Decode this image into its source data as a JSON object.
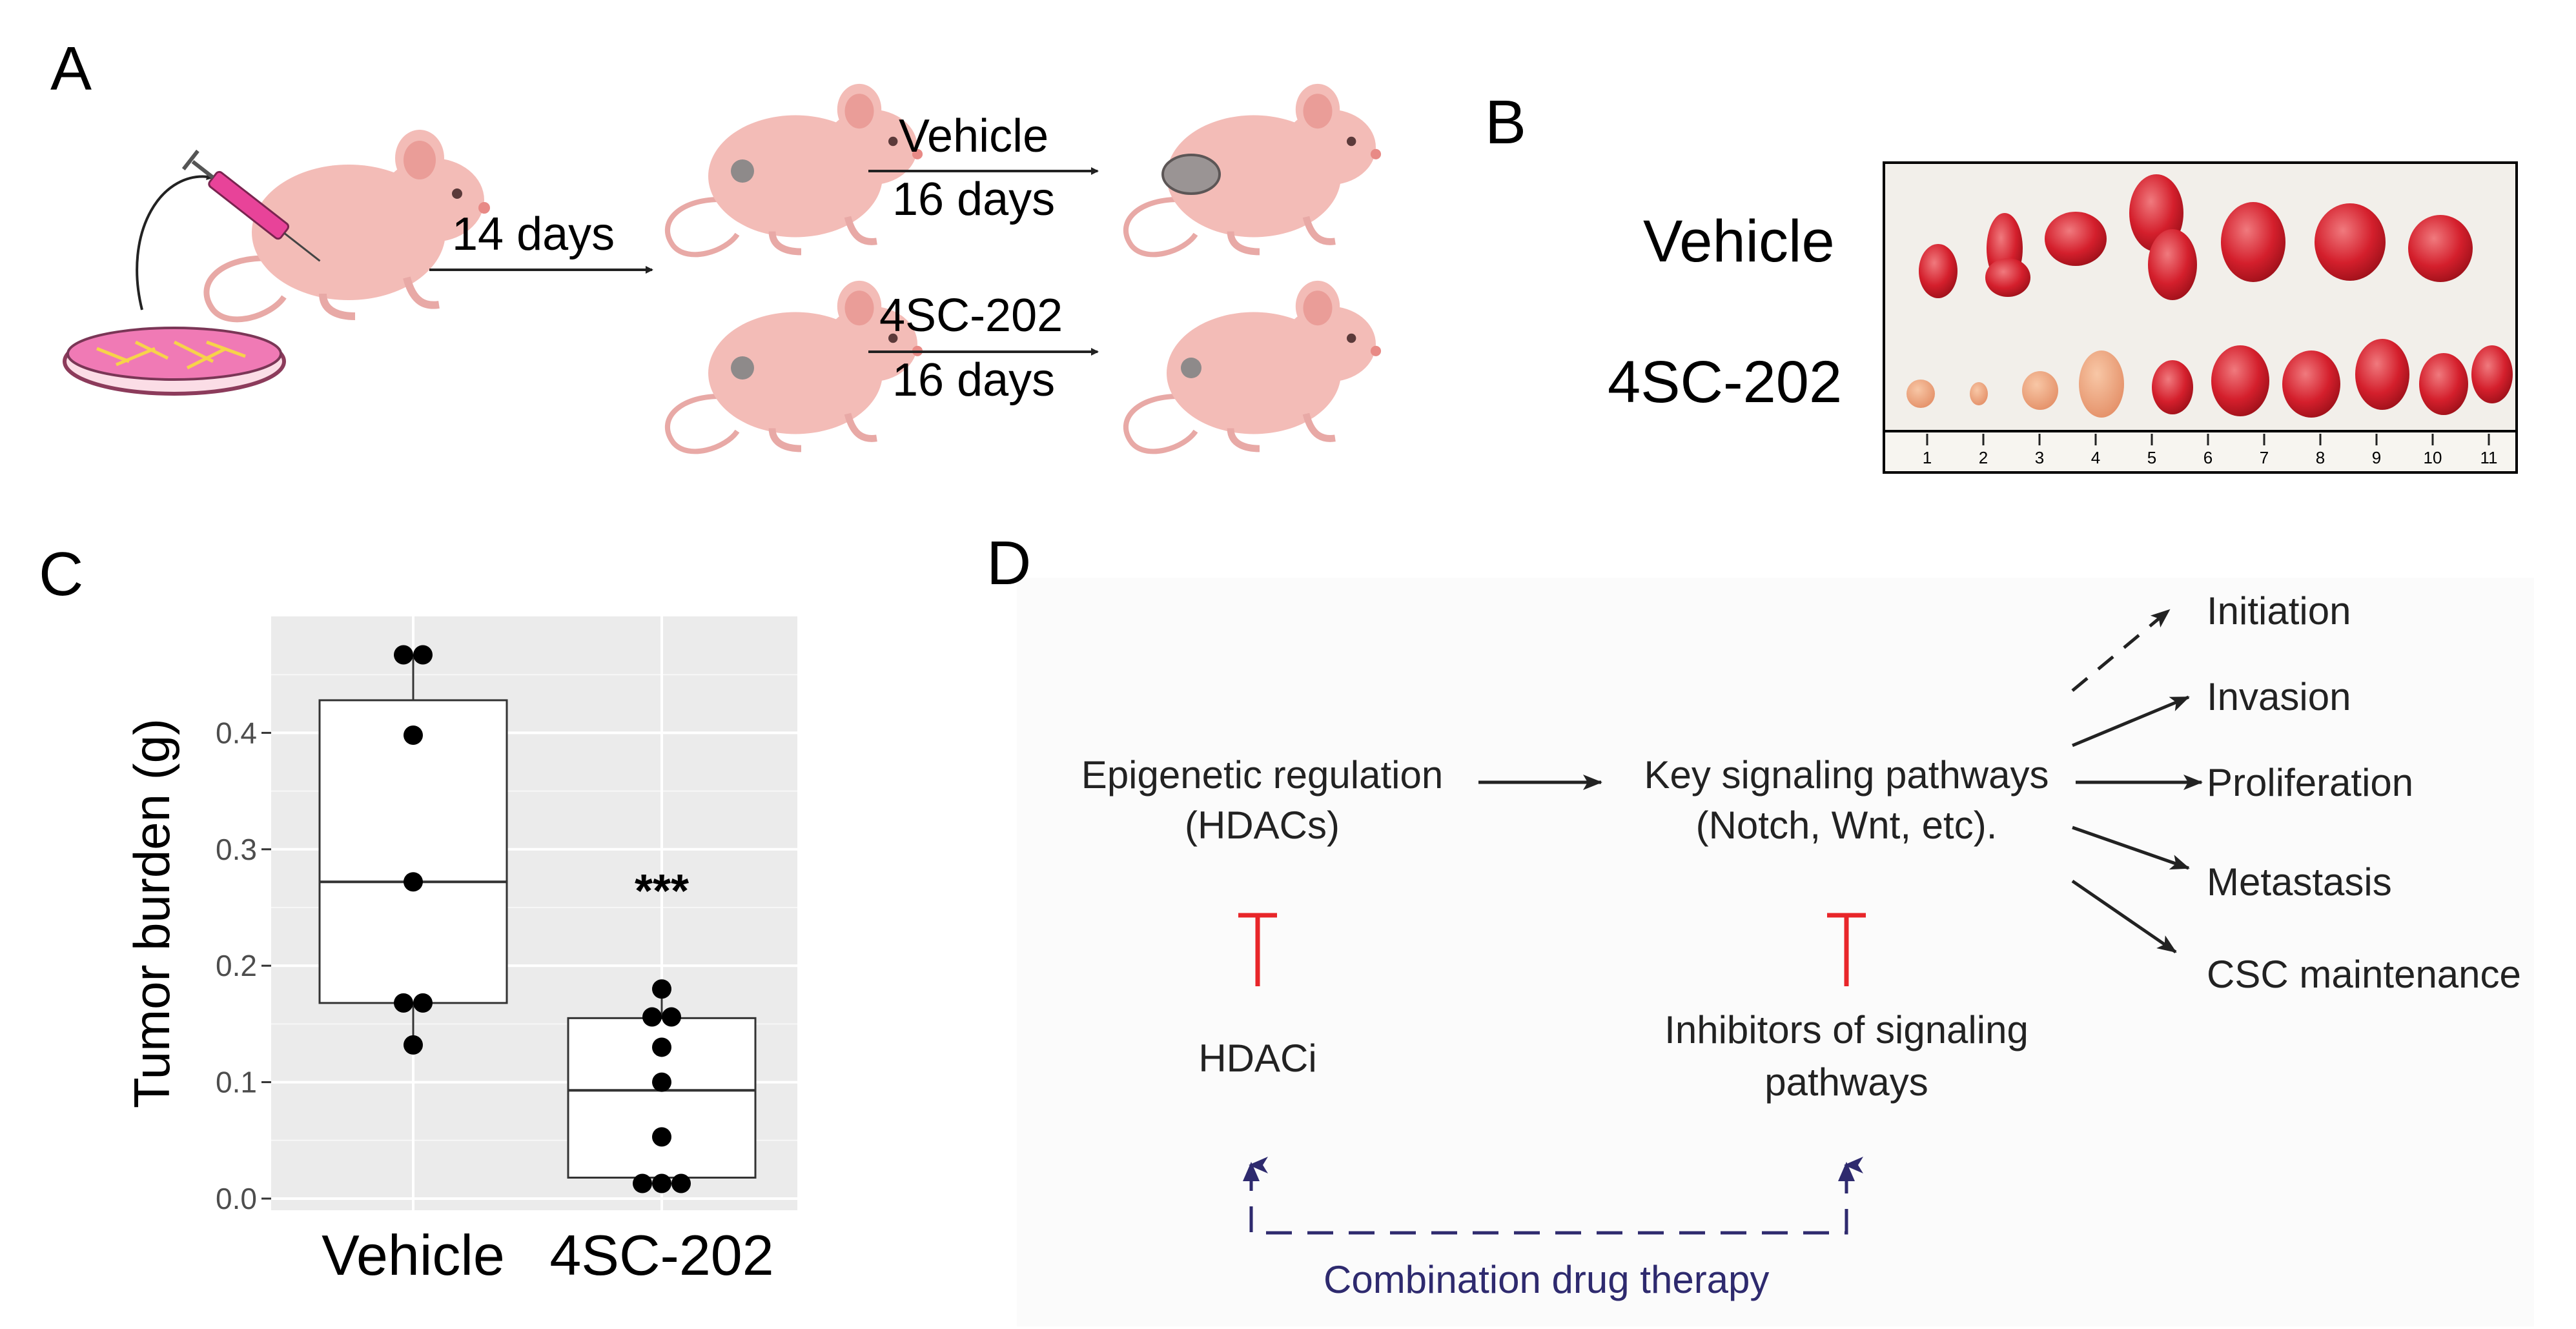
{
  "panels": {
    "a": "A",
    "b": "B",
    "c": "C",
    "d": "D"
  },
  "panel_a": {
    "injection_interval": "14 days",
    "arm_vehicle": {
      "treatment": "Vehicle",
      "duration": "16 days"
    },
    "arm_drug": {
      "treatment": "4SC-202",
      "duration": "16 days"
    }
  },
  "panel_b": {
    "row_vehicle": "Vehicle",
    "row_drug": "4SC-202",
    "ruler_marks": [
      "1",
      "2",
      "3",
      "4",
      "5",
      "6",
      "7",
      "8",
      "9",
      "10",
      "11"
    ]
  },
  "chart_data": {
    "type": "box",
    "ylabel": "Tumor burden (g)",
    "xlabel": "",
    "ylim": [
      -0.01,
      0.5
    ],
    "yticks": [
      0.0,
      0.1,
      0.2,
      0.3,
      0.4
    ],
    "ytick_labels": [
      "0.0",
      "0.1",
      "0.2",
      "0.3",
      "0.4"
    ],
    "categories": [
      "Vehicle",
      "4SC-202"
    ],
    "groups": [
      {
        "name": "Vehicle",
        "q1": 0.168,
        "median": 0.272,
        "q3": 0.428,
        "whisker_low": 0.132,
        "whisker_high": 0.467,
        "points": [
          0.467,
          0.467,
          0.398,
          0.272,
          0.168,
          0.168,
          0.132
        ]
      },
      {
        "name": "4SC-202",
        "q1": 0.018,
        "median": 0.093,
        "q3": 0.155,
        "whisker_low": 0.013,
        "whisker_high": 0.18,
        "points": [
          0.18,
          0.156,
          0.156,
          0.13,
          0.1,
          0.053,
          0.013,
          0.013,
          0.013
        ]
      }
    ],
    "annotation": "***",
    "colors": {
      "panel_bg": "#ebebeb",
      "grid": "#ffffff",
      "box_fill": "#ffffff",
      "box_stroke": "#333333",
      "point": "#000000"
    }
  },
  "panel_d": {
    "epigenetic": [
      "Epigenetic  regulation",
      "(HDACs)"
    ],
    "signaling": [
      "Key signaling pathways",
      "(Notch, Wnt, etc)."
    ],
    "hdaci": "HDACi",
    "inhibitors": [
      "Inhibitors of signaling",
      "pathways"
    ],
    "outcomes": [
      "Initiation",
      "Invasion",
      "Proliferation",
      "Metastasis",
      "CSC maintenance"
    ],
    "combination": "Combination drug therapy",
    "colors": {
      "inhibit": "#e8262a",
      "combo": "#2e2a6e",
      "text": "#222222"
    }
  }
}
